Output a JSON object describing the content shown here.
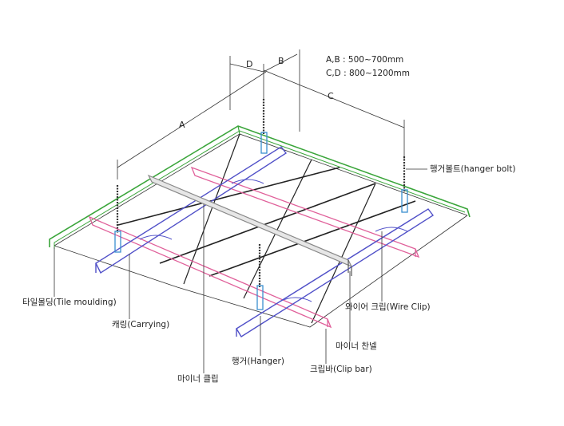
{
  "spec_lines": [
    "A,B : 500~700mm",
    "C,D : 800~1200mm"
  ],
  "dimensions": {
    "a": "A",
    "b": "B",
    "c": "C",
    "d": "D"
  },
  "labels": {
    "hanger_bolt": "행거볼트(hanger bolt)",
    "tile_moulding": "타일몰딩(Tile moulding)",
    "carrying": "캐링(Carrying)",
    "wire_clip": "와이어 크립(Wire Clip)",
    "minor_channel": "마이너 찬넬",
    "hanger": "행거(Hanger)",
    "clip_bar": "크립바(Clip bar)",
    "minor_clip": "마이너 클립"
  },
  "colors": {
    "moulding": "#3aa53a",
    "carrying": "#5050c8",
    "clip_bar": "#e0609a",
    "hanger": "#3a8fd0",
    "minor_channel": "#888888",
    "tile": "#222222"
  }
}
